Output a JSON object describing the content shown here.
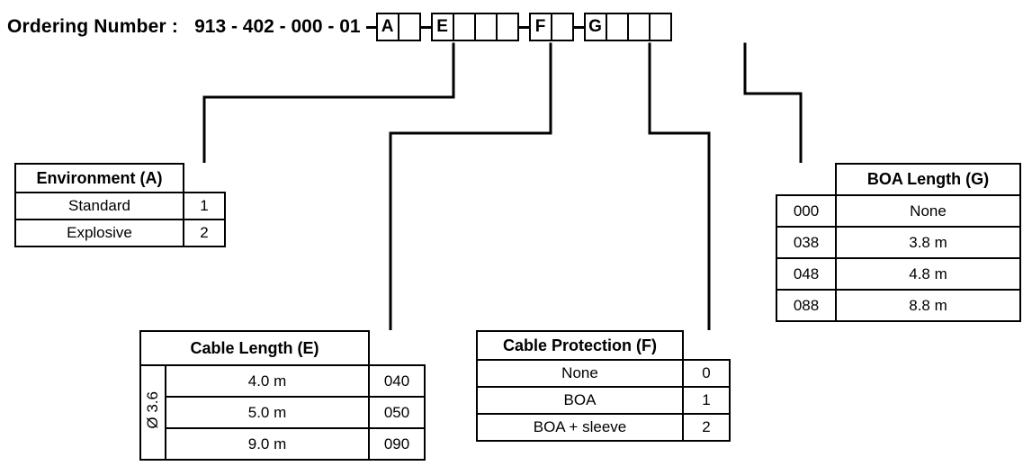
{
  "header": {
    "label": "Ordering Number :",
    "number": "913 - 402 - 000 - 01",
    "groups": [
      {
        "name": "group-a",
        "cells": [
          "A",
          ""
        ]
      },
      {
        "name": "group-e",
        "cells": [
          "E",
          "",
          "",
          ""
        ]
      },
      {
        "name": "group-f",
        "cells": [
          "F",
          ""
        ]
      },
      {
        "name": "group-g",
        "cells": [
          "G",
          "",
          "",
          ""
        ]
      }
    ]
  },
  "tables": {
    "environment": {
      "title": "Environment (A)",
      "rows": [
        {
          "name": "Standard",
          "code": "1"
        },
        {
          "name": "Explosive",
          "code": "2"
        }
      ]
    },
    "cable_length": {
      "title": "Cable Length (E)",
      "diameter_label": "Ø 3.6",
      "rows": [
        {
          "name": "4.0 m",
          "code": "040"
        },
        {
          "name": "5.0 m",
          "code": "050"
        },
        {
          "name": "9.0 m",
          "code": "090"
        }
      ]
    },
    "cable_protection": {
      "title": "Cable Protection (F)",
      "rows": [
        {
          "name": "None",
          "code": "0"
        },
        {
          "name": "BOA",
          "code": "1"
        },
        {
          "name": "BOA + sleeve",
          "code": "2"
        }
      ]
    },
    "boa_length": {
      "title": "BOA Length (G)",
      "rows": [
        {
          "code": "000",
          "name": "None"
        },
        {
          "code": "038",
          "name": "3.8 m"
        },
        {
          "code": "048",
          "name": "4.8 m"
        },
        {
          "code": "088",
          "name": "8.8 m"
        }
      ]
    }
  },
  "colors": {
    "line": "#000000",
    "background": "#ffffff"
  }
}
